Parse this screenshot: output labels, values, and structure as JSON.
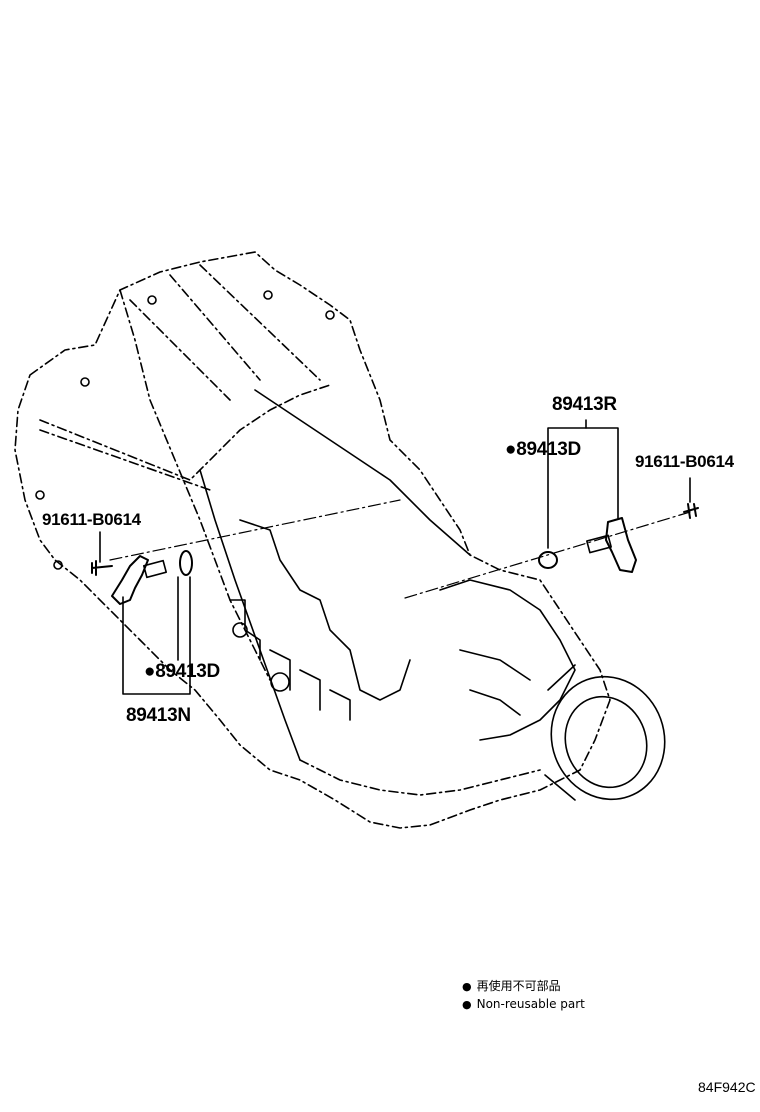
{
  "parts": {
    "p_89413R": "89413R",
    "p_89413D_right": "89413D",
    "p_91611_right": "91611-B0614",
    "p_91611_left": "91611-B0614",
    "p_89413D_left": "89413D",
    "p_89413N": "89413N"
  },
  "non_reusable_marker": "●",
  "legend": {
    "jp": "再使用不可部品",
    "en": "Non-reusable part"
  },
  "diagram_code": "84F942C"
}
